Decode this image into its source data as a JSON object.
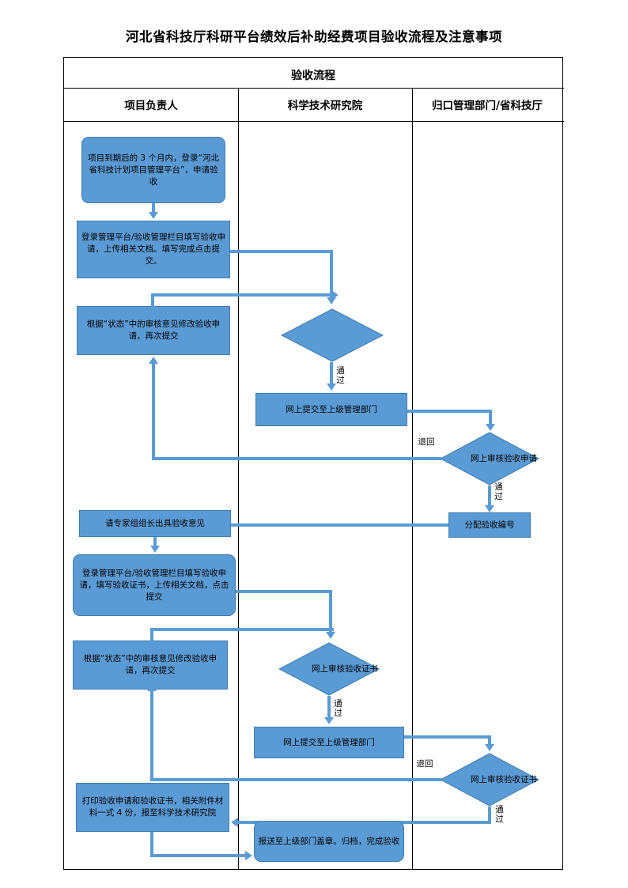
{
  "document": {
    "title": "河北省科技厅科研平台绩效后补助经费项目验收流程及注意事项"
  },
  "table": {
    "banner": "验收流程",
    "columns": [
      {
        "label": "项目负责人"
      },
      {
        "label": "科学技术研究院"
      },
      {
        "label": "归口管理部门/省科技厅"
      }
    ]
  },
  "chart_data": {
    "type": "diagram",
    "title": "河北省科技厅科研平台绩效后补助经费项目验收流程及注意事项",
    "swimlanes": [
      "项目负责人",
      "科学技术研究院",
      "归口管理部门/省科技厅"
    ],
    "accent_color": "#5B9BD5",
    "border_color": "#3E7CB1",
    "nodes": [
      {
        "id": "n1",
        "lane": 0,
        "shape": "rounded-rect",
        "text": "项目到期后的 3 个月内，登录“河北省科技计划项目管理平台”，申请验收"
      },
      {
        "id": "n2",
        "lane": 0,
        "shape": "rect",
        "text": "登录管理平台/验收管理栏目填写验收申请，上传相关文档。填写完成点击提交。"
      },
      {
        "id": "n3",
        "lane": 0,
        "shape": "rect",
        "text": "根据“状态”中的审核意见修改验收申请，再次提交"
      },
      {
        "id": "d1",
        "lane": 1,
        "shape": "diamond",
        "text": ""
      },
      {
        "id": "n4",
        "lane": 1,
        "shape": "rect",
        "text": "网上提交至上级管理部门"
      },
      {
        "id": "d2",
        "lane": 2,
        "shape": "diamond",
        "text": "网上审核验收申请"
      },
      {
        "id": "n5",
        "lane": 2,
        "shape": "rect",
        "text": "分配验收编号"
      },
      {
        "id": "n6",
        "lane": 0,
        "shape": "rect",
        "text": "请专家组组长出具验收意见"
      },
      {
        "id": "n7",
        "lane": 0,
        "shape": "rounded-rect",
        "text": "登录管理平台/验收管理栏目填写验收申请，填写验收证书，上传相关文档，点击提交"
      },
      {
        "id": "n8",
        "lane": 0,
        "shape": "rect",
        "text": "根据“状态”中的审核意见修改验收申请，再次提交"
      },
      {
        "id": "d3",
        "lane": 1,
        "shape": "diamond",
        "text": "网上审核验收证书"
      },
      {
        "id": "n9",
        "lane": 1,
        "shape": "rect",
        "text": "网上提交至上级管理部门"
      },
      {
        "id": "d4",
        "lane": 2,
        "shape": "diamond",
        "text": "网上审核验收证书"
      },
      {
        "id": "n10",
        "lane": 0,
        "shape": "rect",
        "text": "打印验收申请和验收证书，相关附件材料一式 4 份，报至科学技术研究院"
      },
      {
        "id": "n11",
        "lane": 1,
        "shape": "rounded-rect",
        "text": "报送至上级部门盖章。归档，完成验收"
      }
    ],
    "edge_labels": {
      "pass_1": "通过",
      "reject_1": "退回",
      "pass_2": "通过",
      "pass_3": "通过",
      "reject_2": "退回",
      "pass_4": "通过"
    },
    "edges": [
      {
        "from": "n1",
        "to": "n2",
        "label": ""
      },
      {
        "from": "n2",
        "to": "d1",
        "label": ""
      },
      {
        "from": "n3",
        "to": "d1",
        "label": ""
      },
      {
        "from": "d1",
        "to": "n4",
        "label": "通过"
      },
      {
        "from": "n4",
        "to": "d2",
        "label": ""
      },
      {
        "from": "d2",
        "to": "n3",
        "label": "退回"
      },
      {
        "from": "d2",
        "to": "n5",
        "label": "通过"
      },
      {
        "from": "n5",
        "to": "n6",
        "label": ""
      },
      {
        "from": "n6",
        "to": "n7",
        "label": ""
      },
      {
        "from": "n7",
        "to": "d3",
        "label": ""
      },
      {
        "from": "n8",
        "to": "d3",
        "label": ""
      },
      {
        "from": "d3",
        "to": "n9",
        "label": "通过"
      },
      {
        "from": "n9",
        "to": "d4",
        "label": ""
      },
      {
        "from": "d4",
        "to": "n8",
        "label": "退回"
      },
      {
        "from": "d4",
        "to": "n10",
        "label": "通过"
      },
      {
        "from": "n10",
        "to": "n11",
        "label": ""
      }
    ]
  }
}
